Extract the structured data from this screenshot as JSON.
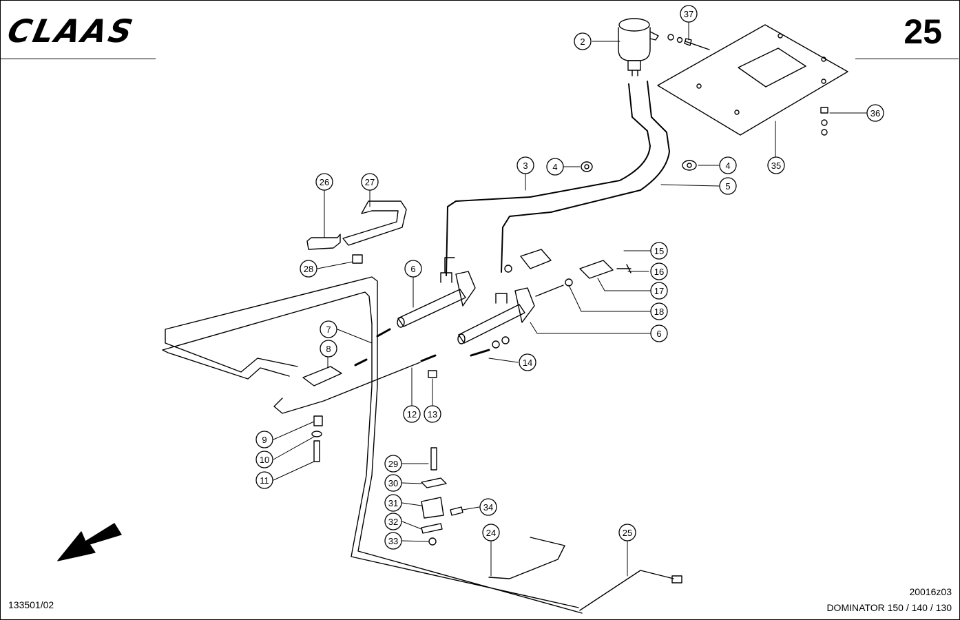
{
  "header": {
    "logo_text": "CLAAS",
    "page_number": "25"
  },
  "footer": {
    "reference_left": "133501/02",
    "figure_code": "20016z03",
    "model_line": "DOMINATOR 150 / 140 / 130"
  },
  "callouts": [
    "2",
    "37",
    "36",
    "35",
    "3",
    "4",
    "4",
    "5",
    "26",
    "27",
    "28",
    "15",
    "16",
    "17",
    "18",
    "6",
    "6",
    "7",
    "8",
    "14",
    "12",
    "13",
    "9",
    "10",
    "11",
    "29",
    "30",
    "31",
    "34",
    "32",
    "33",
    "24",
    "25"
  ],
  "colors": {
    "line": "#000000",
    "background": "#ffffff"
  }
}
